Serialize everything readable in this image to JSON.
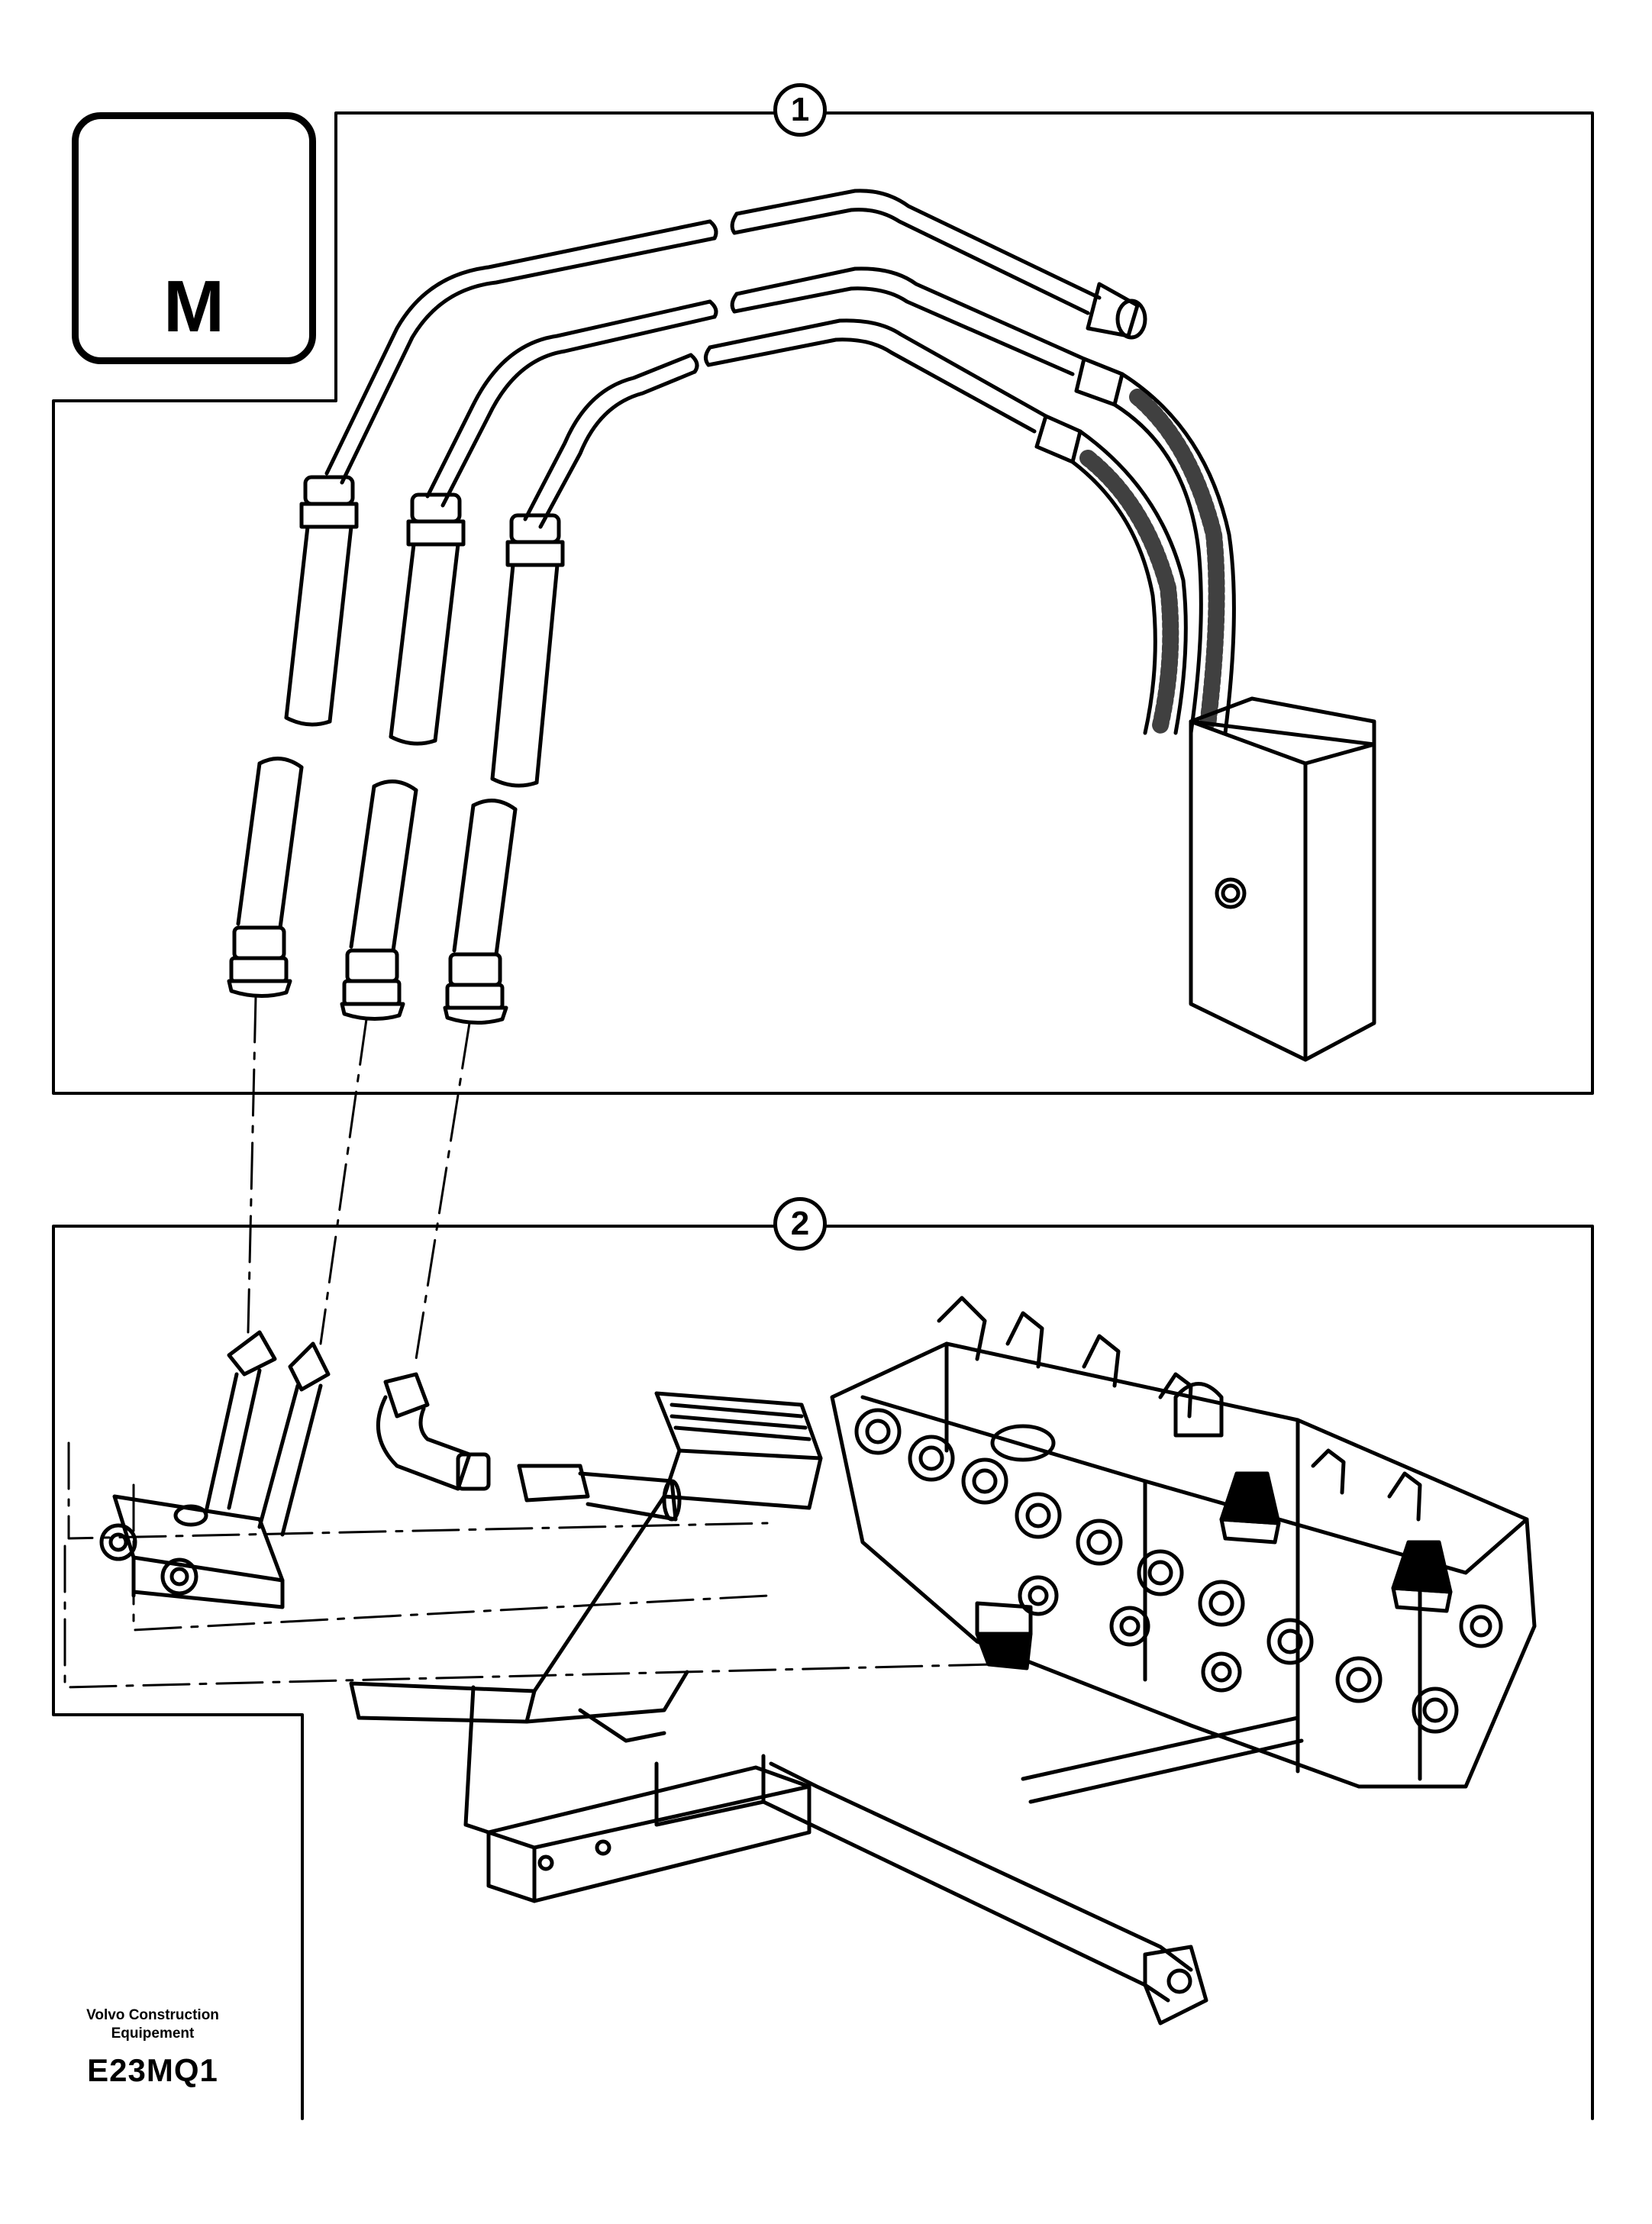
{
  "sections": [
    {
      "number": "1"
    },
    {
      "number": "2"
    }
  ],
  "badge": {
    "letter": "M",
    "icon": "joystick-control-icon"
  },
  "footer": {
    "company": "Volvo Construction\nEquipement",
    "code": "E23MQ1"
  }
}
